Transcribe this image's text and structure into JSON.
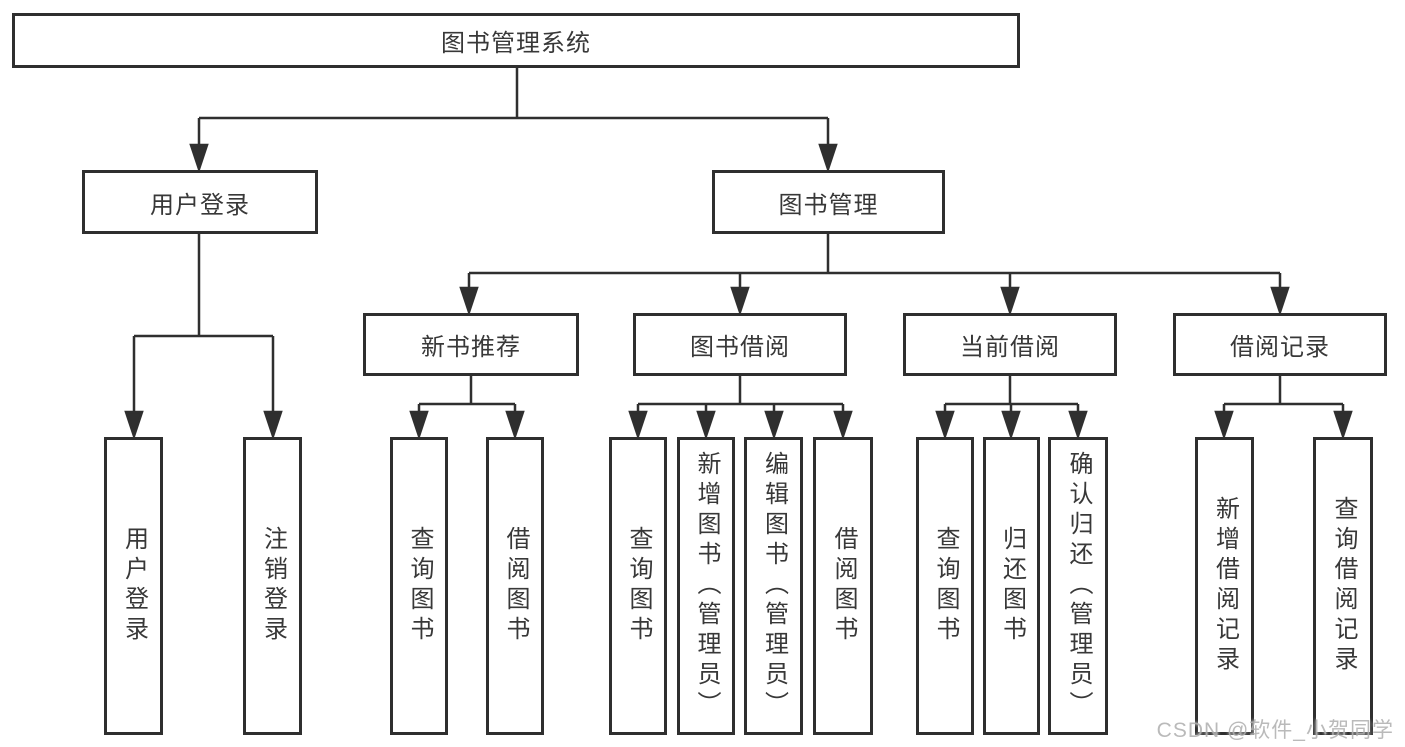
{
  "tree": {
    "label": "图书管理系统",
    "children": [
      {
        "label": "用户登录",
        "children": [
          "用户登录",
          "注销登录"
        ]
      },
      {
        "label": "图书管理",
        "children": [
          {
            "label": "新书推荐",
            "children": [
              "查询图书",
              "借阅图书"
            ]
          },
          {
            "label": "图书借阅",
            "children": [
              "查询图书",
              "新增图书（管理员）",
              "编辑图书（管理员）",
              "借阅图书"
            ]
          },
          {
            "label": "当前借阅",
            "children": [
              "查询图书",
              "归还图书",
              "确认归还（管理员）"
            ]
          },
          {
            "label": "借阅记录",
            "children": [
              "新增借阅记录",
              "查询借阅记录"
            ]
          }
        ]
      }
    ]
  },
  "watermark": {
    "text": "CSDN @软件_小贺同学"
  },
  "colors": {
    "line": "#2f2f2f",
    "text": "#383838",
    "watermark": "#b3b3b3",
    "background": "#ffffff"
  }
}
